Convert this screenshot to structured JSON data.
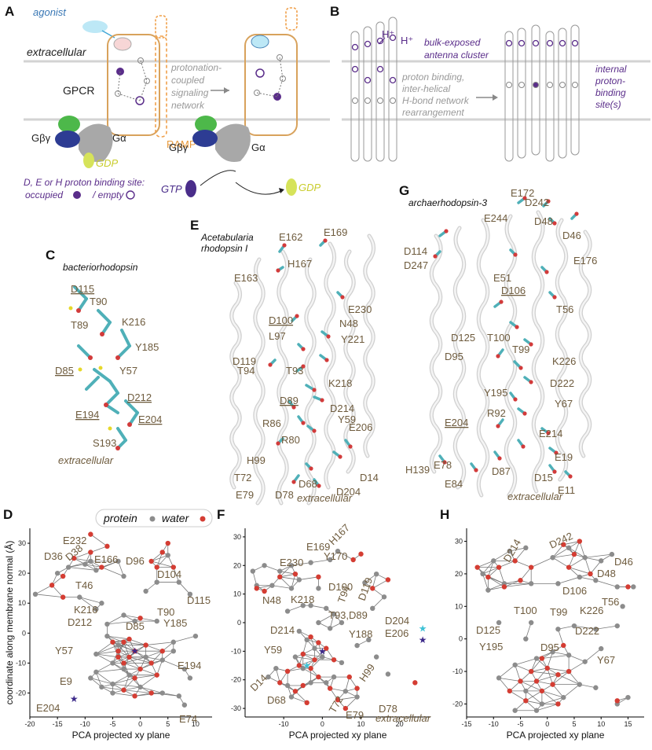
{
  "panels": {
    "A": {
      "label": "A",
      "agonist": "agonist",
      "extracellular": "extracellular",
      "gpcr": "GPCR",
      "network": [
        "protonation-",
        "coupled",
        "signaling",
        "network"
      ],
      "ramp": "RAMP",
      "gbg": "Gβγ",
      "ga": "Gα",
      "gdp": "GDP",
      "gtp": "GTP",
      "legend_line1": "D, E or H proton binding site:",
      "legend_occupied": "occupied",
      "legend_empty": "/ empty"
    },
    "B": {
      "label": "B",
      "hplus": "H⁺",
      "antenna": [
        "bulk-exposed",
        "antenna cluster"
      ],
      "rearr": [
        "proton binding,",
        "inter-helical",
        "H-bond network",
        "rearrangement"
      ],
      "internal": [
        "internal",
        "proton-",
        "binding",
        "site(s)"
      ]
    },
    "C": {
      "label": "C",
      "title": "bacteriorhodopsin",
      "extracellular": "extracellular",
      "residues": [
        "D115",
        "T90",
        "T89",
        "K216",
        "Y185",
        "D85",
        "Y57",
        "D212",
        "E194",
        "E204",
        "S193"
      ]
    },
    "E": {
      "label": "E",
      "title": [
        "Acetabularia",
        "rhodopsin I"
      ],
      "extracellular": "extracellular",
      "residues": [
        "E162",
        "E169",
        "H167",
        "E163",
        "E230",
        "D100",
        "N48",
        "L97",
        "Y221",
        "D119",
        "T94",
        "T93",
        "K218",
        "D214",
        "D89",
        "Y59",
        "R86",
        "E206",
        "R80",
        "D14",
        "H99",
        "D204",
        "T72",
        "D68",
        "E79",
        "D78"
      ]
    },
    "G": {
      "label": "G",
      "title": "archaerhodopsin-3",
      "extracellular": "extracellular",
      "residues": [
        "E172",
        "D242",
        "E244",
        "D48",
        "D46",
        "D114",
        "E176",
        "D247",
        "E51",
        "D106",
        "T56",
        "D125",
        "T100",
        "T99",
        "K226",
        "D95",
        "D222",
        "Y195",
        "Y67",
        "R92",
        "E204",
        "E214",
        "E19",
        "H139",
        "E78",
        "D87",
        "D15",
        "E84",
        "E11"
      ]
    },
    "D": {
      "label": "D",
      "legend_protein": "protein",
      "legend_water": "water",
      "residues": [
        "E232",
        "D36",
        "D38",
        "E166",
        "D104",
        "D96",
        "T46",
        "D115",
        "K216",
        "T90",
        "D212",
        "D85",
        "Y185",
        "Y57",
        "E194",
        "E9",
        "E204",
        "E74"
      ]
    },
    "F": {
      "label": "F",
      "extracellular": "extracellular",
      "residues": [
        "H167",
        "E169",
        "Y170",
        "E230",
        "D100",
        "N48",
        "K218",
        "T94",
        "D119",
        "T93,D89",
        "D204",
        "E206",
        "D214",
        "Y188",
        "Y59",
        "D14",
        "H99",
        "D68",
        "T72",
        "E79",
        "D78"
      ]
    },
    "H": {
      "label": "H",
      "residues": [
        "D242",
        "D214",
        "D46",
        "D48",
        "D106",
        "T56",
        "T100",
        "T99",
        "K226",
        "D125",
        "D222",
        "Y195",
        "D95",
        "Y67"
      ]
    }
  },
  "chart_data": [
    {
      "type": "scatter",
      "panel": "D",
      "xlabel": "PCA projected xy plane",
      "ylabel": "coordinate along membrane normal (Å)",
      "xlim": [
        -20,
        13
      ],
      "ylim": [
        -28,
        35
      ],
      "xticks": [
        -20,
        -15,
        -10,
        -5,
        0,
        5,
        10
      ],
      "yticks": [
        -20,
        -10,
        0,
        10,
        20,
        30
      ],
      "series": [
        {
          "name": "protein",
          "color": "#8c8c8c",
          "points": [
            [
              -19,
              13
            ],
            [
              -15,
              20
            ],
            [
              -13,
              22
            ],
            [
              -10,
              23
            ],
            [
              -9,
              24
            ],
            [
              -11,
              12
            ],
            [
              -7,
              10
            ],
            [
              -4,
              24
            ],
            [
              -3,
              19
            ],
            [
              -8,
              21
            ],
            [
              1,
              14
            ],
            [
              -8,
              8
            ],
            [
              -3,
              6
            ],
            [
              -6,
              3
            ],
            [
              -1,
              4
            ],
            [
              3,
              4
            ],
            [
              -6,
              -1
            ],
            [
              -4,
              -4
            ],
            [
              -8,
              -7
            ],
            [
              -5,
              -10
            ],
            [
              -3,
              -12
            ],
            [
              -2,
              -14
            ],
            [
              1,
              -8
            ],
            [
              4,
              -9
            ],
            [
              6,
              -3
            ],
            [
              8,
              -12
            ],
            [
              -7,
              -18
            ],
            [
              -5,
              -20
            ],
            [
              0,
              -18
            ],
            [
              -8,
              -13
            ],
            [
              4,
              -20
            ],
            [
              7,
              -21
            ],
            [
              9,
              -15
            ],
            [
              8,
              -24
            ],
            [
              10,
              -1
            ],
            [
              9,
              13
            ],
            [
              7,
              17
            ],
            [
              3,
              17
            ],
            [
              5,
              26
            ],
            [
              6,
              -6
            ],
            [
              -5,
              -17
            ],
            [
              -9,
              -15
            ]
          ]
        },
        {
          "name": "water",
          "color": "#d43d33",
          "points": [
            [
              -9,
              33
            ],
            [
              -12,
              25
            ],
            [
              -14,
              19
            ],
            [
              -16,
              16
            ],
            [
              -14,
              12
            ],
            [
              -7,
              22
            ],
            [
              -6,
              29
            ],
            [
              -9,
              27
            ],
            [
              4,
              27
            ],
            [
              3,
              22
            ],
            [
              6,
              22
            ],
            [
              5,
              30
            ],
            [
              2,
              24
            ],
            [
              -2,
              -2
            ],
            [
              -3,
              -3
            ],
            [
              -4,
              -6
            ],
            [
              -2,
              -8
            ],
            [
              -1,
              -6
            ],
            [
              1,
              -4
            ],
            [
              -5,
              -3
            ],
            [
              -3,
              -10
            ],
            [
              0,
              -12
            ],
            [
              2,
              -10
            ],
            [
              -4,
              -8
            ],
            [
              3,
              -14
            ],
            [
              2,
              -20
            ],
            [
              -1,
              -21
            ],
            [
              -3,
              -19
            ],
            [
              4,
              -6
            ],
            [
              0,
              5
            ],
            [
              -1,
              -15
            ]
          ]
        }
      ],
      "markers": [
        {
          "label": "E204",
          "x": -12,
          "y": -22,
          "color": "#3d2a8a"
        },
        {
          "label": "D85",
          "x": -1,
          "y": -6,
          "color": "#3d2a8a"
        }
      ]
    },
    {
      "type": "scatter",
      "panel": "F",
      "xlabel": "PCA projected xy plane",
      "xlim": [
        -20,
        28
      ],
      "ylim": [
        -33,
        33
      ],
      "xticks": [
        -10,
        0,
        10,
        20
      ],
      "yticks": [
        -30,
        -20,
        -10,
        0,
        10,
        20,
        30
      ],
      "series": [
        {
          "name": "protein",
          "color": "#8c8c8c",
          "points": [
            [
              -18,
              18
            ],
            [
              -15,
              20
            ],
            [
              -11,
              18
            ],
            [
              -8,
              20
            ],
            [
              -3,
              21
            ],
            [
              -13,
              13
            ],
            [
              -8,
              12
            ],
            [
              -6,
              15
            ],
            [
              -1,
              12
            ],
            [
              -9,
              4
            ],
            [
              -5,
              6
            ],
            [
              -3,
              6
            ],
            [
              1,
              5
            ],
            [
              3,
              3
            ],
            [
              -1,
              0
            ],
            [
              2,
              -2
            ],
            [
              5,
              0
            ],
            [
              -6,
              -3
            ],
            [
              -4,
              -6
            ],
            [
              -2,
              -9
            ],
            [
              0,
              -12
            ],
            [
              -7,
              -12
            ],
            [
              -12,
              -16
            ],
            [
              -14,
              -19
            ],
            [
              -9,
              -22
            ],
            [
              -8,
              -26
            ],
            [
              -3,
              -21
            ],
            [
              1,
              -21
            ],
            [
              3,
              -19
            ],
            [
              5,
              -14
            ],
            [
              9,
              -8
            ],
            [
              12,
              -6
            ],
            [
              14,
              -12
            ],
            [
              17,
              -18
            ],
            [
              6,
              -24
            ],
            [
              9,
              -26
            ],
            [
              -17,
              13
            ],
            [
              13,
              5
            ],
            [
              16,
              9
            ],
            [
              11,
              14
            ],
            [
              14,
              17
            ],
            [
              2,
              22
            ],
            [
              4,
              25
            ],
            [
              -5,
              -16
            ]
          ]
        },
        {
          "name": "water",
          "color": "#d43d33",
          "points": [
            [
              -17,
              12
            ],
            [
              -15,
              11
            ],
            [
              -11,
              16
            ],
            [
              -7,
              17
            ],
            [
              -1,
              16
            ],
            [
              8,
              22
            ],
            [
              10,
              24
            ],
            [
              13,
              12
            ],
            [
              17,
              15
            ],
            [
              -3,
              -5
            ],
            [
              -1,
              -7
            ],
            [
              1,
              -9
            ],
            [
              -5,
              -11
            ],
            [
              -2,
              -13
            ],
            [
              -6,
              -15
            ],
            [
              -9,
              -17
            ],
            [
              -11,
              -21
            ],
            [
              -7,
              -24
            ],
            [
              -4,
              -28
            ],
            [
              -1,
              -19
            ],
            [
              2,
              -23
            ],
            [
              4,
              -27
            ],
            [
              6,
              -30
            ],
            [
              7,
              -19
            ],
            [
              9,
              -23
            ],
            [
              -3,
              -16
            ],
            [
              24,
              -21
            ],
            [
              -5,
              -22
            ],
            [
              3,
              -13
            ]
          ]
        }
      ],
      "markers": [
        {
          "label": "D204",
          "x": 26,
          "y": -2,
          "color": "#3ec2d6"
        },
        {
          "label": "E206",
          "x": 26,
          "y": -6,
          "color": "#3d2a8a"
        },
        {
          "label": "",
          "x": -4,
          "y": -15,
          "color": "#3ec2d6"
        },
        {
          "label": "",
          "x": 0,
          "y": -10,
          "color": "#3d2a8a"
        }
      ]
    },
    {
      "type": "scatter",
      "panel": "H",
      "xlabel": "PCA projected xy plane",
      "xlim": [
        -15,
        18
      ],
      "ylim": [
        -24,
        34
      ],
      "xticks": [
        -15,
        -10,
        -5,
        0,
        5,
        10,
        15
      ],
      "yticks": [
        -20,
        -10,
        0,
        10,
        20,
        30
      ],
      "series": [
        {
          "name": "protein",
          "color": "#8c8c8c",
          "points": [
            [
              -12,
              20
            ],
            [
              -10,
              24
            ],
            [
              -7,
              27
            ],
            [
              -4,
              28
            ],
            [
              1,
              25
            ],
            [
              4,
              28
            ],
            [
              7,
              25
            ],
            [
              10,
              24
            ],
            [
              12,
              26
            ],
            [
              -11,
              15
            ],
            [
              -8,
              17
            ],
            [
              -3,
              17
            ],
            [
              2,
              17
            ],
            [
              6,
              19
            ],
            [
              9,
              18
            ],
            [
              -9,
              5
            ],
            [
              -3,
              5
            ],
            [
              2,
              3
            ],
            [
              5,
              4
            ],
            [
              9,
              3
            ],
            [
              -9,
              -12
            ],
            [
              -6,
              -8
            ],
            [
              -2,
              -6
            ],
            [
              1,
              -4
            ],
            [
              4,
              -5
            ],
            [
              7,
              -7
            ],
            [
              10,
              -3
            ],
            [
              13,
              4
            ],
            [
              -4,
              -16
            ],
            [
              -1,
              -20
            ],
            [
              3,
              -18
            ],
            [
              6,
              -14
            ],
            [
              9,
              -15
            ],
            [
              13,
              -20
            ],
            [
              15,
              -18
            ],
            [
              -6,
              -22
            ],
            [
              -2,
              -22
            ],
            [
              13,
              16
            ],
            [
              16,
              16
            ],
            [
              14,
              10
            ],
            [
              -4,
              0
            ]
          ]
        },
        {
          "name": "water",
          "color": "#d43d33",
          "points": [
            [
              -13,
              22
            ],
            [
              -11,
              19
            ],
            [
              -9,
              22
            ],
            [
              -6,
              24
            ],
            [
              -3,
              22
            ],
            [
              3,
              29
            ],
            [
              5,
              26
            ],
            [
              6,
              30
            ],
            [
              4,
              22
            ],
            [
              8,
              20
            ],
            [
              -8,
              16
            ],
            [
              -5,
              18
            ],
            [
              -1,
              -6
            ],
            [
              0,
              -9
            ],
            [
              2,
              -11
            ],
            [
              -3,
              -10
            ],
            [
              -5,
              -13
            ],
            [
              -7,
              -16
            ],
            [
              -4,
              -19
            ],
            [
              -1,
              -16
            ],
            [
              1,
              -14
            ],
            [
              4,
              -10
            ],
            [
              2,
              -20
            ],
            [
              13,
              -19
            ],
            [
              15,
              16
            ],
            [
              3,
              -2
            ],
            [
              -2,
              -13
            ]
          ]
        }
      ],
      "markers": []
    }
  ]
}
